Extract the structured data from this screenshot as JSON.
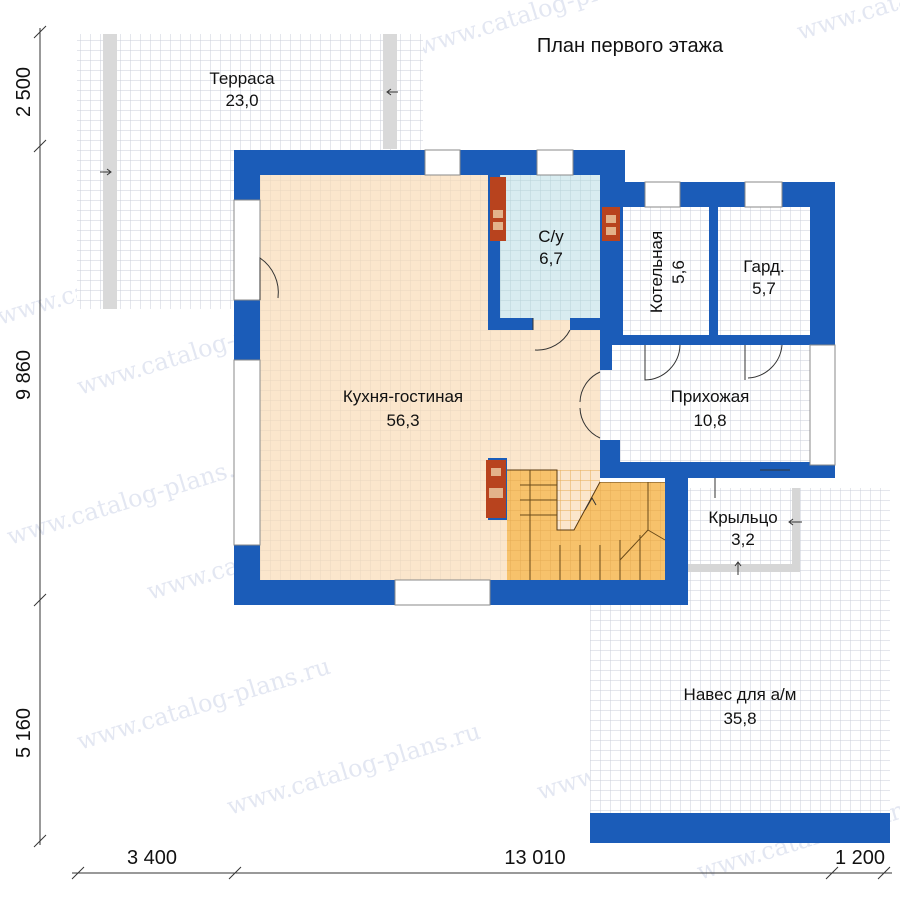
{
  "title": "План первого этажа",
  "colors": {
    "wall": "#1b5cb8",
    "kitchen_floor": "#fbe6cc",
    "bath_floor": "#d8ecf0",
    "stair": "#f7c26b",
    "chimney": "#b8431e",
    "grid": "#c9ced8",
    "porch_border": "#d6d6d6"
  },
  "rooms": {
    "terrace": {
      "name": "Терраса",
      "area": "23,0"
    },
    "bathroom": {
      "name": "С/у",
      "area": "6,7"
    },
    "boiler": {
      "name": "Котельная",
      "area": "5,6"
    },
    "wardrobe": {
      "name": "Гард.",
      "area": "5,7"
    },
    "kitchen": {
      "name": "Кухня-гостиная",
      "area": "56,3"
    },
    "hall": {
      "name": "Прихожая",
      "area": "10,8"
    },
    "porch": {
      "name": "Крыльцо",
      "area": "3,2"
    },
    "carport": {
      "name": "Навес для а/м",
      "area": "35,8"
    }
  },
  "dimensions": {
    "left_top": "2 500",
    "left_middle": "9 860",
    "left_bottom": "5 160",
    "bottom_left": "3 400",
    "bottom_middle": "13 010",
    "bottom_right": "1 200"
  },
  "watermark": "www.catalog-plans.ru"
}
